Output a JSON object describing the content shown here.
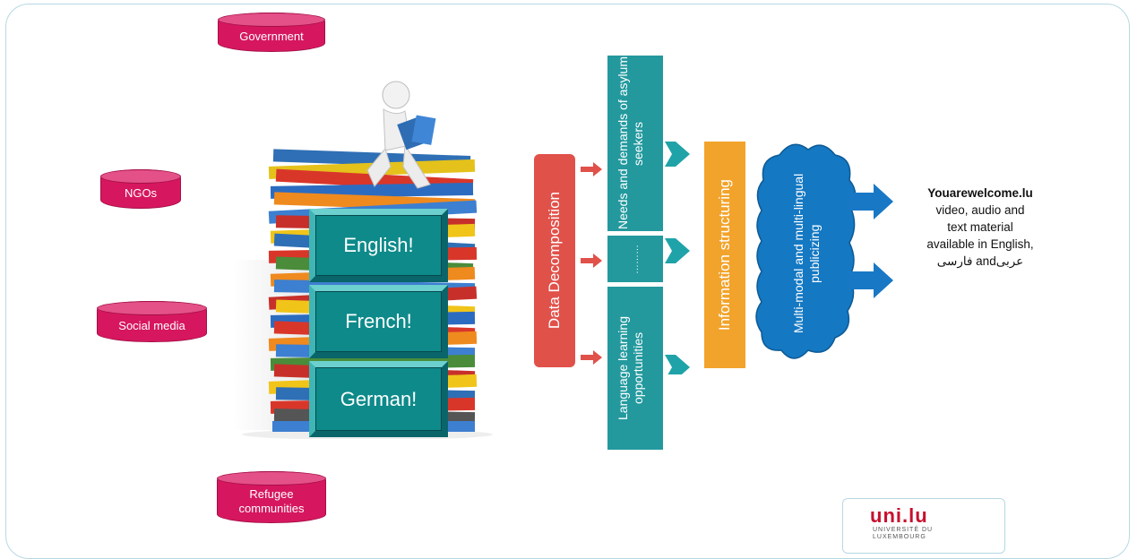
{
  "sources": [
    {
      "label": "Government"
    },
    {
      "label": "NGOs"
    },
    {
      "label": "Social media"
    },
    {
      "label": "Refugee communities"
    }
  ],
  "languages": [
    "English!",
    "French!",
    "German!"
  ],
  "decomposition": {
    "label": "Data Decomposition"
  },
  "categories": [
    {
      "label": "Needs and demands of asylum seekers"
    },
    {
      "label": "………"
    },
    {
      "label": "Language learning opportunities"
    }
  ],
  "structuring": {
    "label": "Information structuring"
  },
  "publicizing": {
    "label": "Multi-modal and multi-lingual publicizing"
  },
  "result": {
    "title": "Youarewelcome.lu",
    "line1": "video, audio and",
    "line2": "text material",
    "line3": "available in English,",
    "line4": "فارسی andعربی"
  },
  "logo": {
    "main": "uni.lu",
    "sub1": "UNIVERSITÉ DU",
    "sub2": "LUXEMBOURG"
  },
  "colors": {
    "source": "#d6175f",
    "language": "#0e8a8a",
    "decomposition": "#e0514a",
    "category": "#23999e",
    "structuring": "#f2a32b",
    "cloud": "#1478c2",
    "arrow_orange": "#e0514a",
    "arrow_teal": "#1fa3a8",
    "arrow_blue": "#1878c6"
  }
}
